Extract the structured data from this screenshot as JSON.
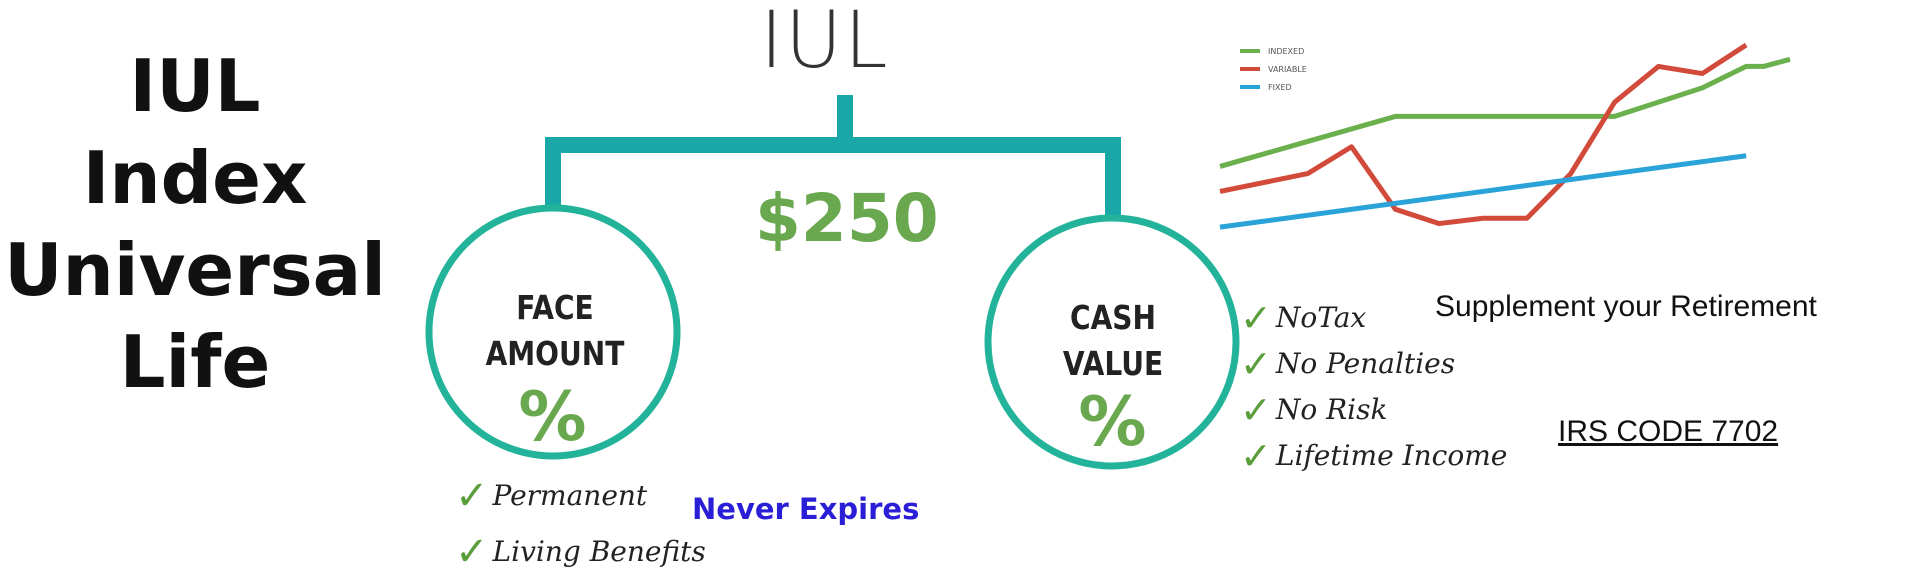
{
  "title": {
    "lines": [
      "IUL",
      "Index",
      "Universal",
      "Life"
    ]
  },
  "diagram": {
    "top_label": "IUL",
    "amount": "$250",
    "left_circle": {
      "line1": "FACE",
      "line2": "AMOUNT",
      "symbol": "%"
    },
    "right_circle": {
      "line1": "CASH",
      "line2": "VALUE",
      "symbol": "%"
    },
    "left_checks": [
      "Permanent",
      "Living Benefits"
    ],
    "never_expires": "Never Expires",
    "right_checks": [
      "NoTax",
      "No Penalties",
      "No Risk",
      "Lifetime Income"
    ],
    "colors": {
      "connector": "#1aa7a7",
      "circle": "#22b39a",
      "accent_green": "#6aa84f",
      "never_expires": "#2a1fd6"
    }
  },
  "supplement_text": "Supplement your Retirement",
  "irs_text": "IRS CODE 7702",
  "chart_data": {
    "type": "line",
    "title": "",
    "xlabel": "",
    "ylabel": "",
    "grid": false,
    "legend_position": "top-left",
    "x": [
      0,
      1,
      2,
      3,
      4,
      5,
      6,
      7,
      8,
      9,
      10,
      11,
      12
    ],
    "ylim": [
      0,
      100
    ],
    "series": [
      {
        "name": "INDEXED",
        "color": "#6ab04c",
        "values": [
          44,
          58,
          72,
          72,
          72,
          72,
          72,
          72,
          80,
          88,
          100,
          100,
          104
        ],
        "x": [
          0,
          2,
          4,
          5,
          6,
          7,
          8,
          9,
          10,
          11,
          12,
          12.4,
          13
        ]
      },
      {
        "name": "VARIABLE",
        "color": "#d24a3a",
        "values": [
          30,
          40,
          55,
          20,
          12,
          15,
          15,
          40,
          80,
          100,
          96,
          112
        ],
        "x": [
          0,
          2,
          3,
          4,
          5,
          6,
          7,
          8,
          9,
          10,
          11,
          12
        ]
      },
      {
        "name": "FIXED",
        "color": "#2aa4d8",
        "values": [
          10,
          50
        ],
        "x": [
          0,
          12
        ]
      }
    ]
  }
}
